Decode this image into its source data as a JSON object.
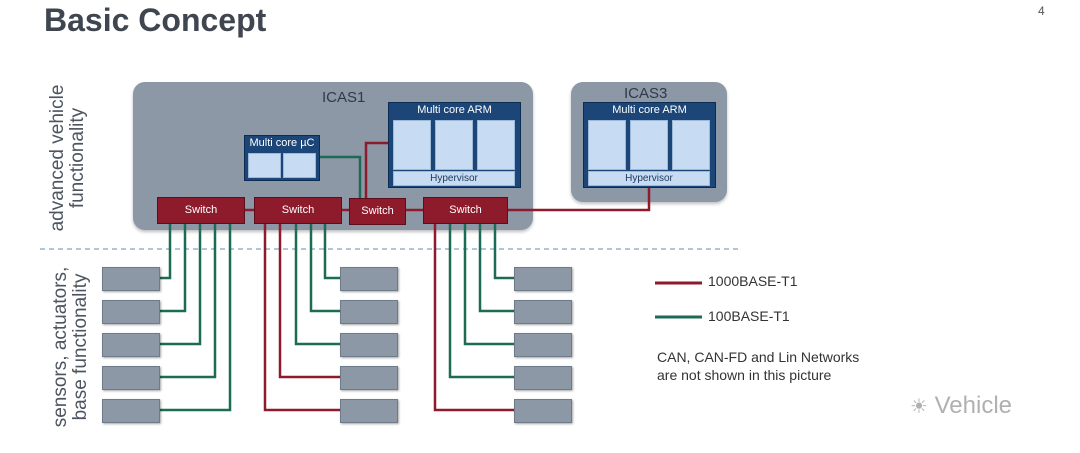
{
  "page": {
    "title": "Basic Concept",
    "number": "4"
  },
  "side_labels": {
    "upper": [
      "advanced vehicle",
      "functionality"
    ],
    "lower": [
      "sensors, actuators,",
      "base functionality"
    ]
  },
  "icas1": {
    "label": "ICAS1",
    "arm": {
      "title": "Multi core ARM",
      "hypervisor": "Hypervisor"
    },
    "uc": {
      "title": "Multi core µC"
    }
  },
  "icas3": {
    "label": "ICAS3",
    "arm": {
      "title": "Multi core ARM",
      "hypervisor": "Hypervisor"
    }
  },
  "switches": [
    "Switch",
    "Switch",
    "Switch",
    "Switch"
  ],
  "legend": {
    "gigabit": {
      "label": "1000BASE-T1",
      "color": "#8e1b2c"
    },
    "fast": {
      "label": "100BASE-T1",
      "color": "#1e6b55"
    }
  },
  "note": [
    "CAN, CAN-FD and Lin Networks",
    "are not shown in this picture"
  ],
  "watermark": "Vehicle"
}
